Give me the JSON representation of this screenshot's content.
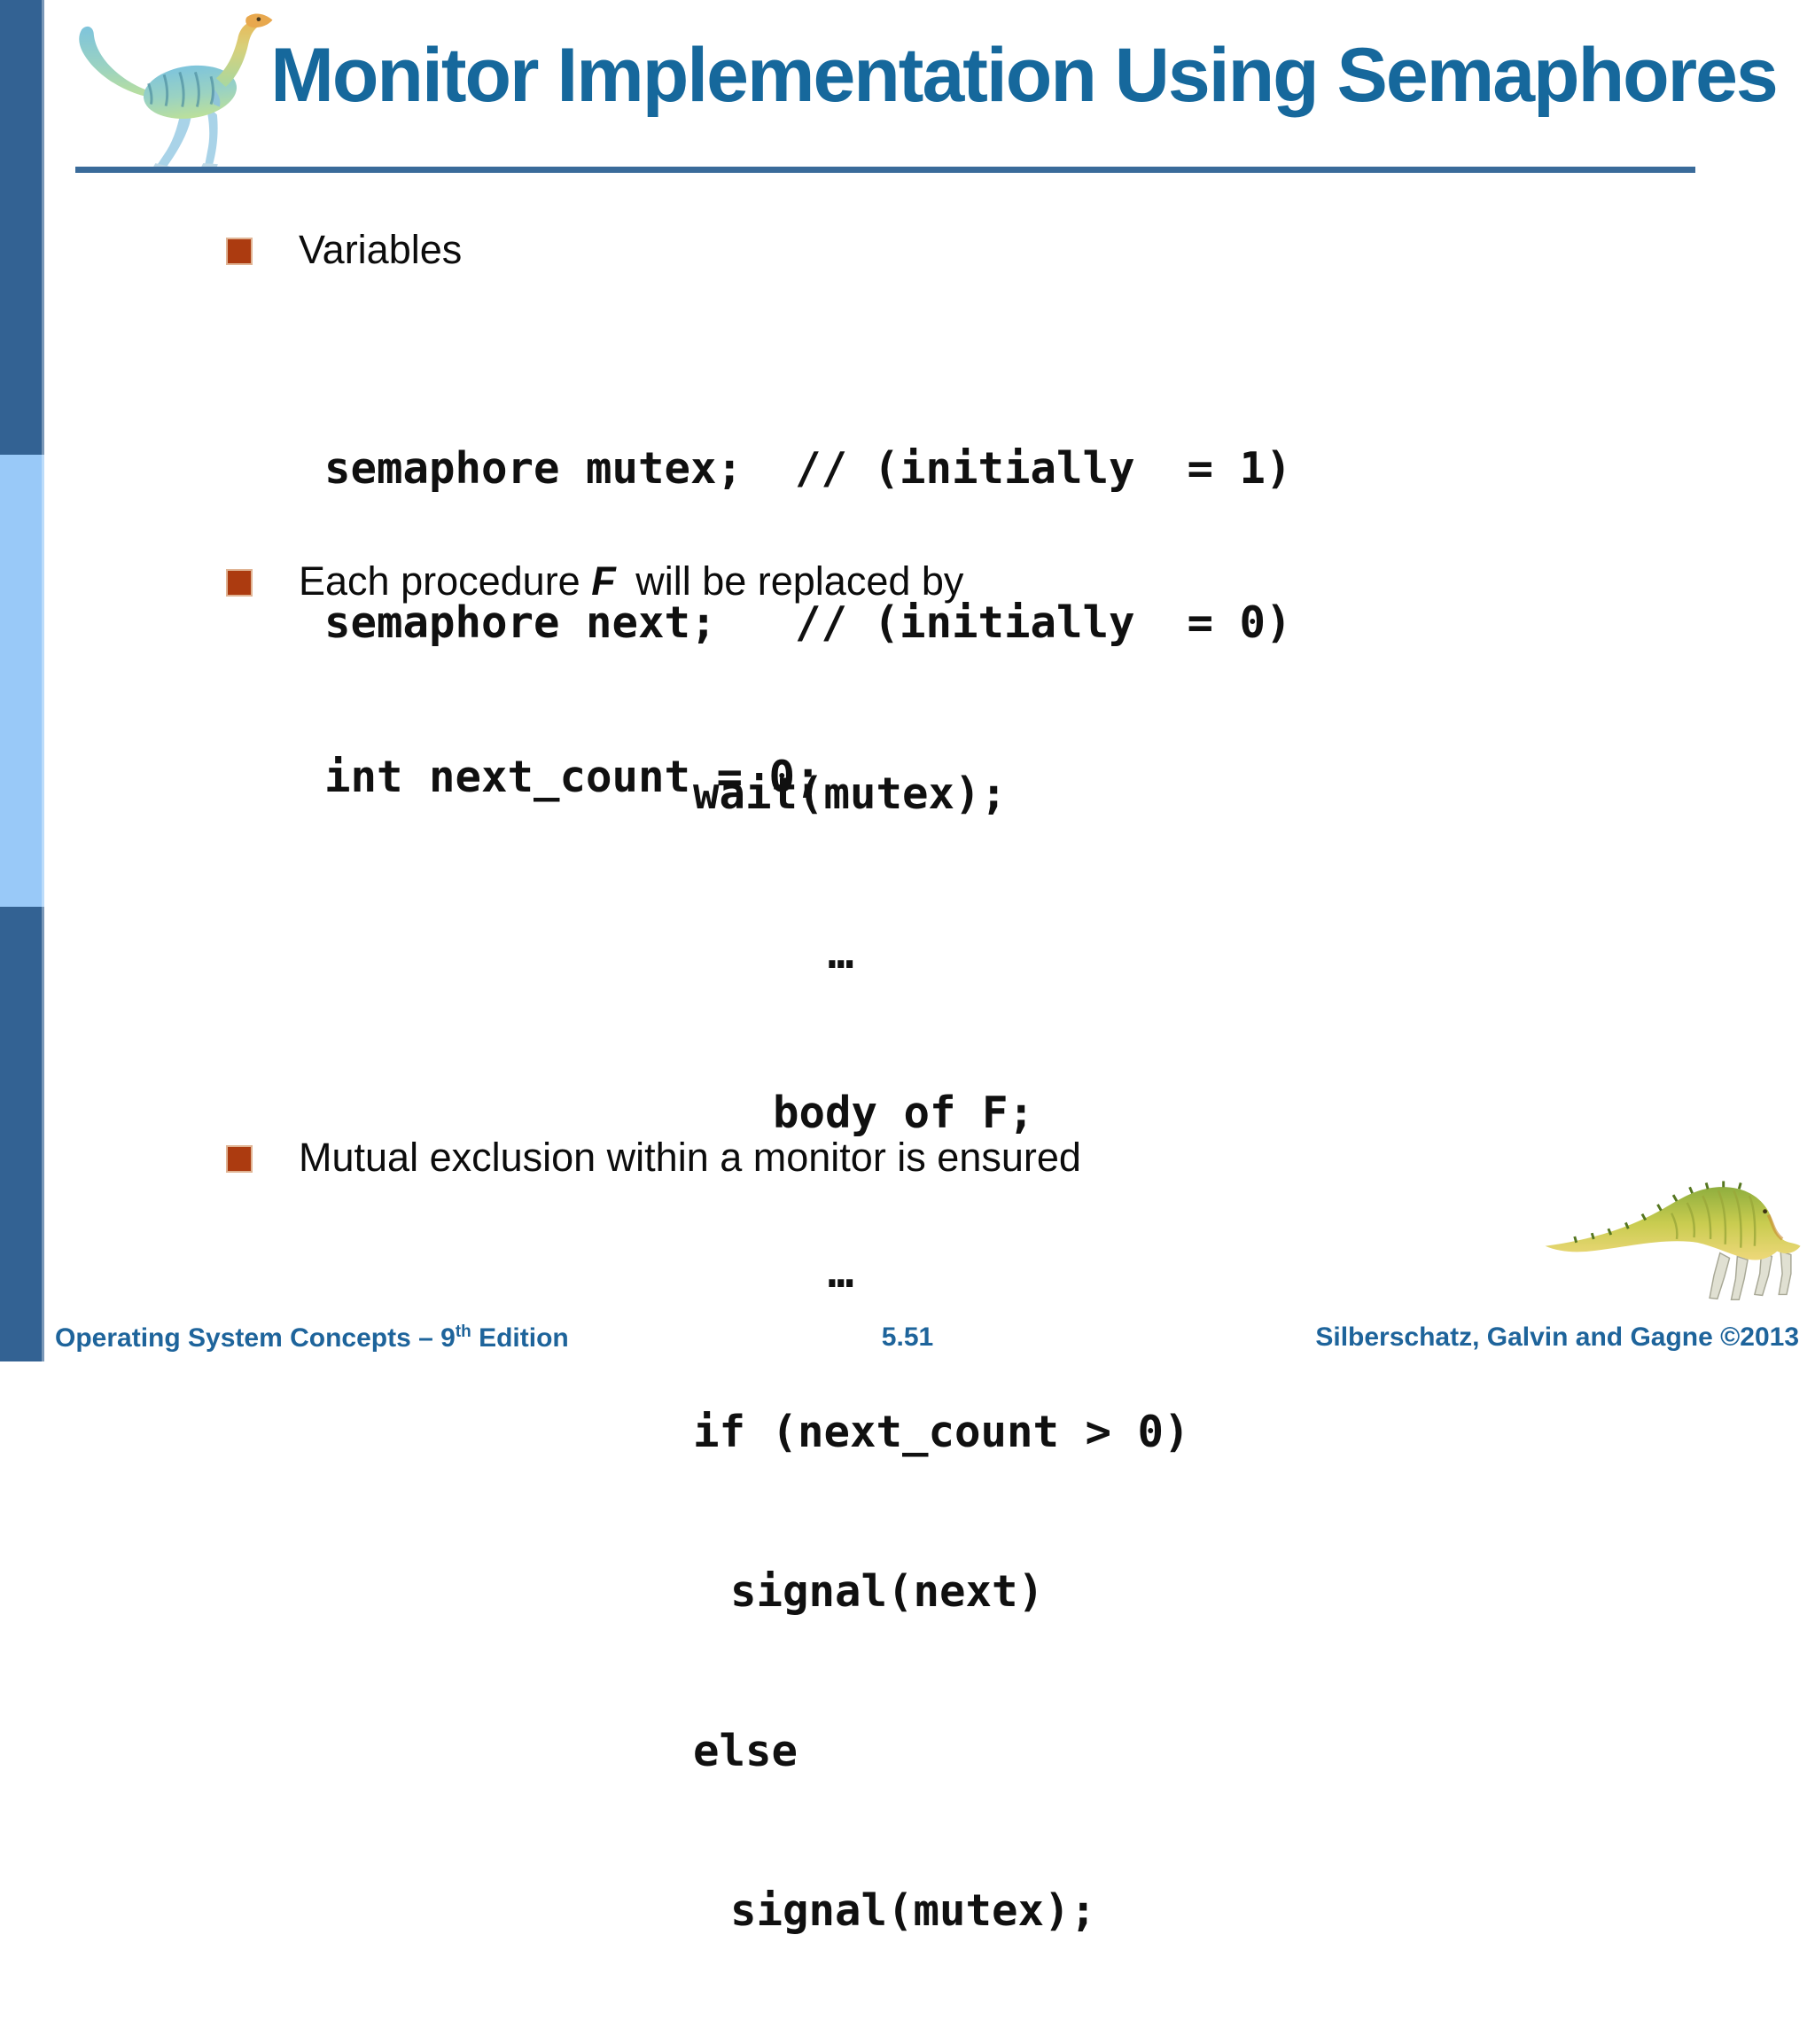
{
  "colors": {
    "accent_blue": "#16689C",
    "sidebar_dark": "#336293",
    "sidebar_light": "#99C9F8",
    "rule_blue": "#3A6B9A",
    "bullet_orange_red": "#AC3B10"
  },
  "header": {
    "title": "Monitor Implementation Using Semaphores"
  },
  "icons": {
    "top_left": "dinosaur-logo-icon",
    "bottom_right": "dinosaur-grazing-icon"
  },
  "content": {
    "bullet1": {
      "label": "Variables"
    },
    "code1": {
      "lines": [
        "semaphore mutex;  // (initially  = 1)",
        "semaphore next;   // (initially  = 0)",
        "int next_count = 0;"
      ]
    },
    "bullet2": {
      "prefix": "Each procedure ",
      "emphasis": "F",
      "suffix": " will be replaced by"
    },
    "code2": {
      "lines": [
        "wait(mutex);",
        "…",
        "body of F;",
        "…",
        "if (next_count > 0)",
        "signal(next)",
        "else",
        "signal(mutex);"
      ]
    },
    "bullet3": {
      "label": "Mutual exclusion within a monitor is ensured"
    }
  },
  "footer": {
    "book": "Operating System Concepts – 9",
    "edition_sup": "th",
    "edition_suffix": " Edition",
    "page": "5.51",
    "authors": "Silberschatz, Galvin and Gagne ©2013"
  }
}
